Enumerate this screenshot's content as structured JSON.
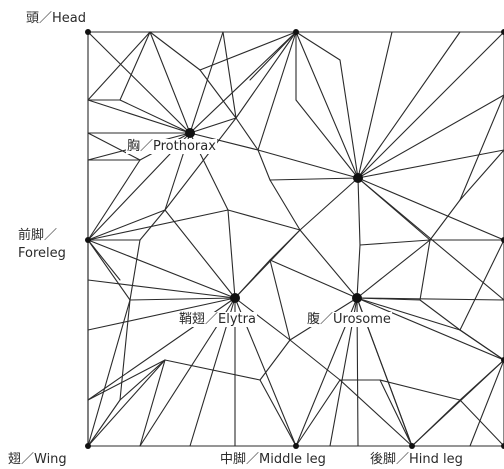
{
  "labels": {
    "head": "頭／Head",
    "prothorax": "胸／Prothorax",
    "foreleg_cjk": "前脚／",
    "foreleg": "Foreleg",
    "elytra": "鞘翅／Elytra",
    "urosome": "腹／Urosome",
    "wing": "翅／Wing",
    "middle_leg": "中脚／Middle leg",
    "hind_leg": "後脚／Hind leg"
  },
  "colors": {
    "line": "#2b2b2b",
    "node": "#111111",
    "background": "#ffffff"
  }
}
